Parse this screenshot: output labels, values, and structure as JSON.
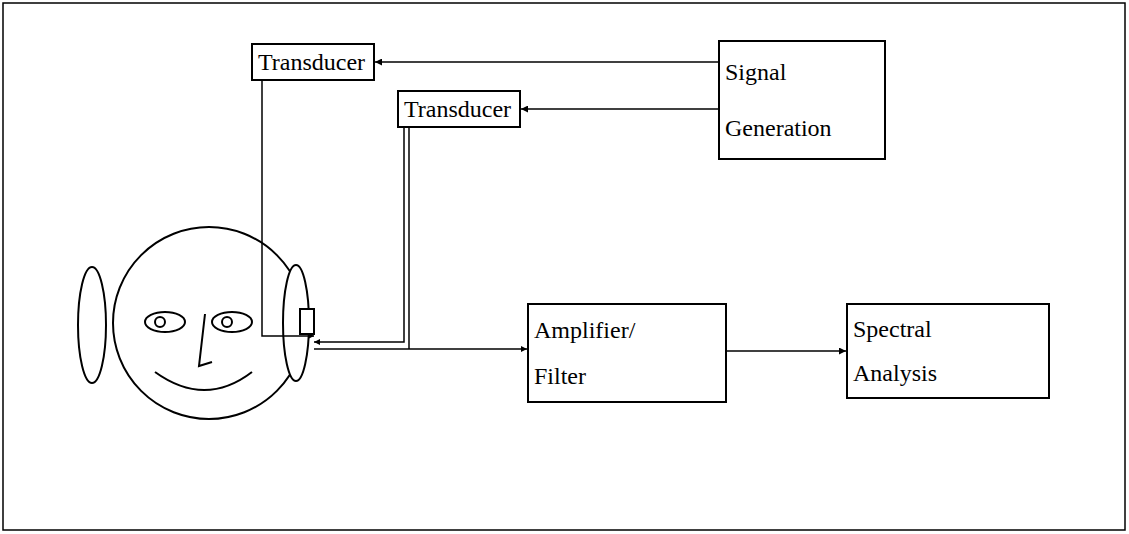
{
  "diagram": {
    "nodes": [
      {
        "text": [
          "Transducer"
        ]
      },
      {
        "text": [
          "Signal Generation"
        ]
      },
      {
        "text": [
          "Transducer"
        ]
      },
      {
        "text": [
          "Amplifier/ Filter"
        ]
      },
      {
        "text": [
          "Spectral Analysis"
        ]
      }
    ],
    "edges": [
      {
        "from": 1,
        "to": 0,
        "arrow": "to"
      },
      {
        "from": 1,
        "to": 2,
        "arrow": "to"
      },
      {
        "from": 3,
        "to": 4,
        "arrow": "to"
      }
    ]
  }
}
